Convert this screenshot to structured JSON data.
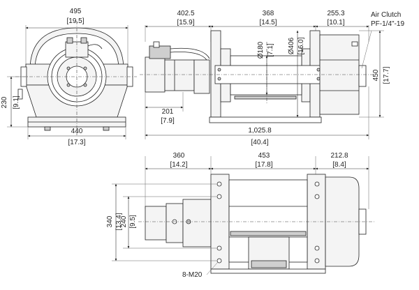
{
  "front_view": {
    "width_mm": "495",
    "width_in": "[19.5]",
    "height_mm": "230",
    "height_in": "[9.1]",
    "base_mm": "440",
    "base_in": "[17.3]"
  },
  "side_view": {
    "motor_mm": "402.5",
    "motor_in": "[15.9]",
    "drum_mm": "368",
    "drum_in": "[14.5]",
    "gear_mm": "255.3",
    "gear_in": "[10.1]",
    "air_clutch": "Air Clutch",
    "clutch_port": "PF-1/4\"-19",
    "drum_dia_label": "Ø180",
    "drum_dia_in": "[7.1]",
    "flange_dia_label": "Ø406",
    "flange_dia_in": "[16.0]",
    "height_mm": "450",
    "height_in": "[17.7]",
    "motor_offset_mm": "201",
    "motor_offset_in": "[7.9]",
    "total_mm": "1,025.8",
    "total_in": "[40.4]"
  },
  "top_view": {
    "left_mm": "360",
    "left_in": "[14.2]",
    "middle_mm": "453",
    "middle_in": "[17.8]",
    "right_mm": "212.8",
    "right_in": "[8.4]",
    "outer_mm": "340",
    "outer_in": "[13.4]",
    "inner_mm": "240",
    "inner_in": "[9.5]",
    "bolt_label": "8-M20"
  }
}
